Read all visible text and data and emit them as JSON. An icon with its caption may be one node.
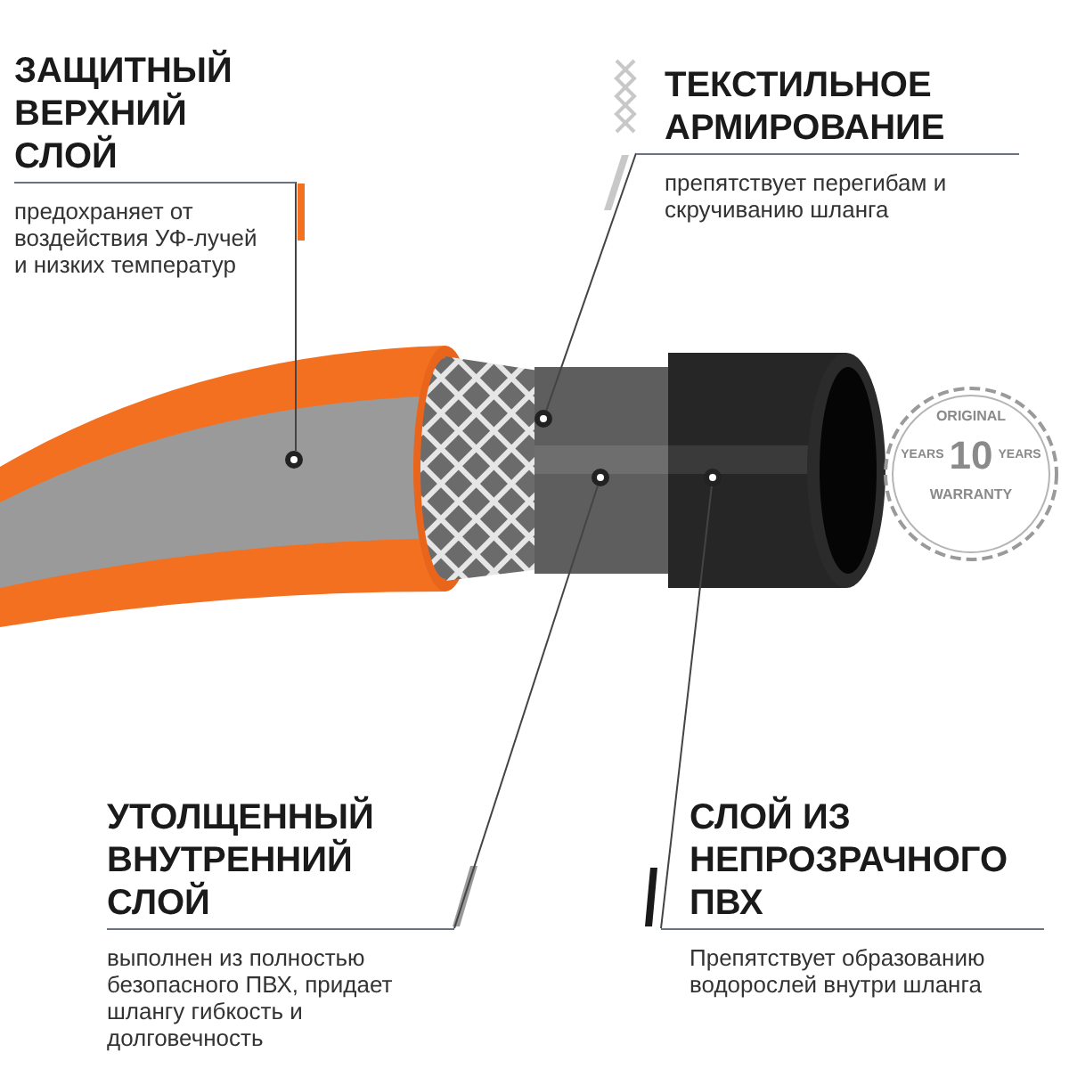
{
  "diagram": {
    "nodes": [
      {
        "text": [
          "ЗАЩИТНЫЙ ВЕРХНИЙ СЛОЙ",
          "предохраняет от воздействия УФ-лучей и низких температур"
        ]
      },
      {
        "text": [
          "ТЕКСТИЛЬНОЕ АРМИРОВАНИЕ",
          "препятствует перегибам и скручиванию шланга"
        ]
      },
      {
        "text": [
          "УТОЛЩЕННЫЙ ВНУТРЕННИЙ СЛОЙ",
          "выполнен из полностью безопасного ПВХ, придает шлангу гибкость и долговечность"
        ]
      },
      {
        "text": [
          "СЛОЙ ИЗ НЕПРОЗРАЧНОГО ПВХ",
          "Препятствует образованию водорослей внутри шланга"
        ]
      },
      {
        "text": [],
        "shape": "circle"
      },
      {
        "text": [],
        "shape": "circle"
      },
      {
        "text": [],
        "shape": "circle"
      },
      {
        "text": [],
        "shape": "circle"
      }
    ],
    "edges": [
      {
        "from": 0,
        "to": 4,
        "arrow": "none"
      },
      {
        "from": 1,
        "to": 5,
        "arrow": "none"
      },
      {
        "from": 2,
        "to": 6,
        "arrow": "none"
      },
      {
        "from": 3,
        "to": 7,
        "arrow": "none"
      }
    ],
    "labels": [
      "ORIGINAL",
      "YEARS",
      "10",
      "YEARS",
      "WARRANTY"
    ]
  }
}
